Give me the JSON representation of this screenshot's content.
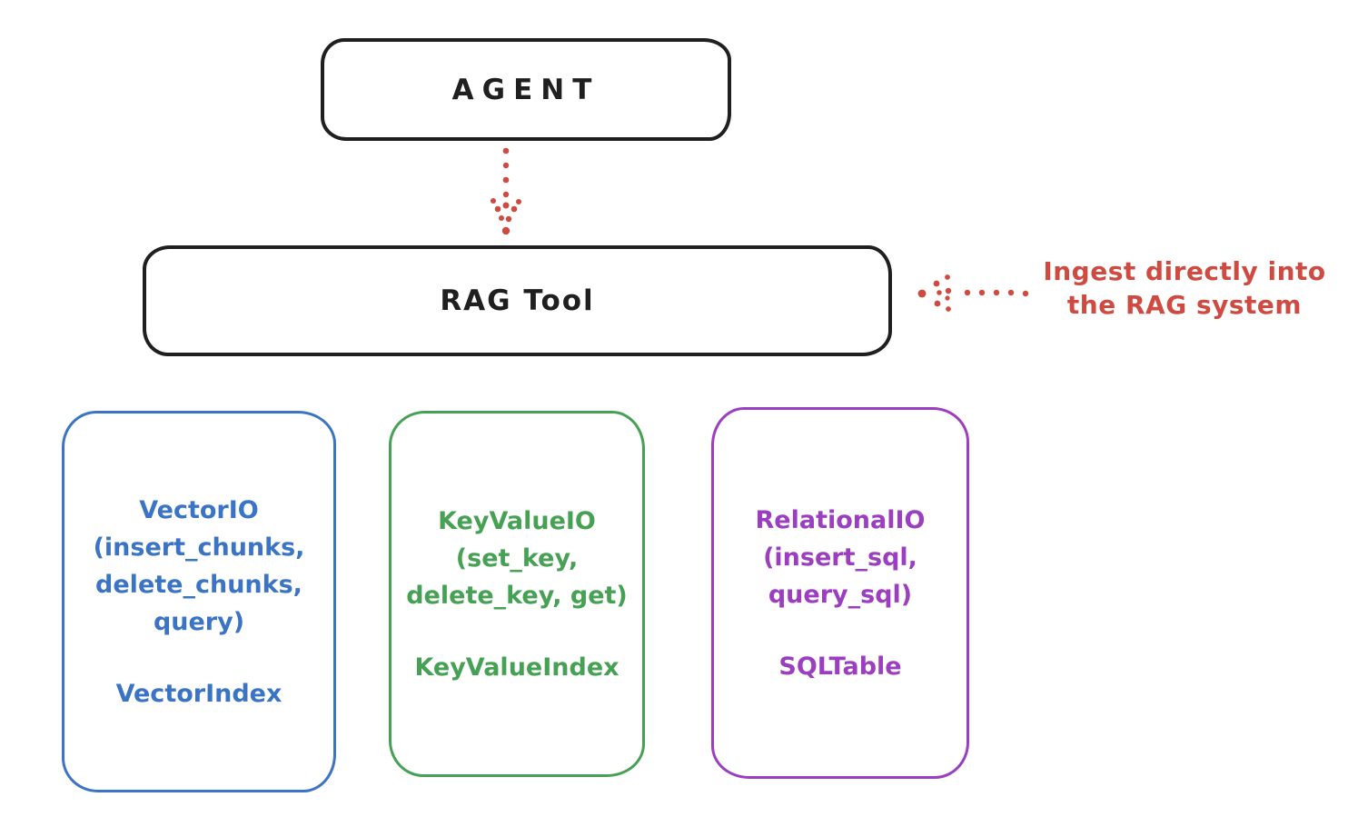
{
  "diagram": {
    "agent_label": "AGENT",
    "rag_tool_label": "RAG Tool",
    "annotation": {
      "line1": "Ingest directly into",
      "line2": "the RAG system"
    },
    "backends": [
      {
        "id": "vector-io",
        "lines": [
          "VectorIO",
          "(insert_chunks,",
          "delete_chunks,",
          "query)"
        ],
        "index_label": "VectorIndex",
        "color": "#3b74c4"
      },
      {
        "id": "keyvalue-io",
        "lines": [
          "KeyValueIO",
          "(set_key,",
          "delete_key, get)"
        ],
        "index_label": "KeyValueIndex",
        "color": "#47a154"
      },
      {
        "id": "relational-io",
        "lines": [
          "RelationalIO",
          "(insert_sql,",
          "query_sql)"
        ],
        "index_label": "SQLTable",
        "color": "#9c3ec0"
      }
    ],
    "colors": {
      "node_stroke": "#1f1f1f",
      "annotation_red": "#cf4a41",
      "vector_blue": "#3b74c4",
      "keyvalue_green": "#47a154",
      "relational_purple": "#9c3ec0",
      "background": "#ffffff"
    }
  }
}
